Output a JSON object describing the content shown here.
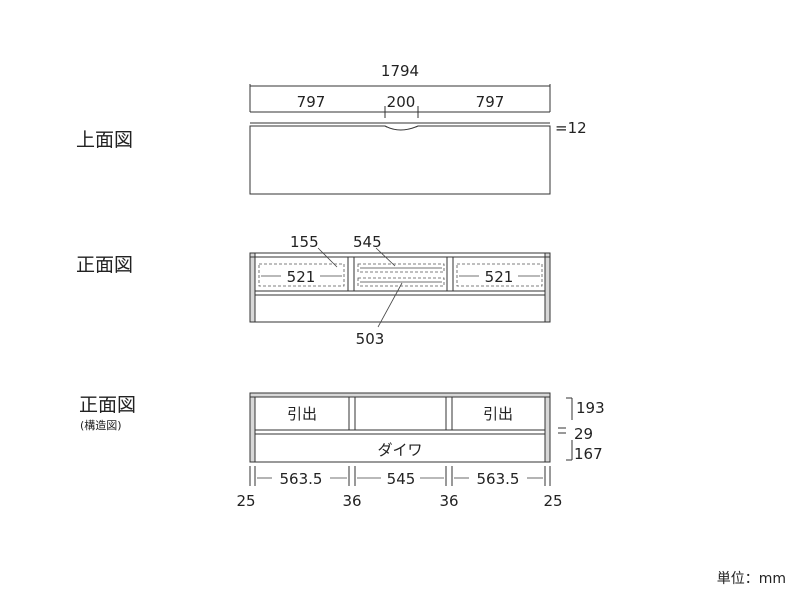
{
  "views": {
    "top": {
      "title": "上面図",
      "dims": {
        "total": "1794",
        "left": "797",
        "center": "200",
        "right": "797",
        "thickness": "=12"
      }
    },
    "front": {
      "title": "正面図",
      "dims": {
        "callout_155": "155",
        "callout_545": "545",
        "drawer_left": "521",
        "drawer_right": "521",
        "callout_503": "503"
      }
    },
    "structure": {
      "title": "正面図",
      "subtitle": "(構造図)",
      "labels": {
        "drawer_left": "引出",
        "drawer_right": "引出",
        "dial": "ダイワ"
      },
      "dims": {
        "left_width": "563.5",
        "center_width": "545",
        "right_width": "563.5",
        "side_left": "25",
        "partition_left": "36",
        "partition_right": "36",
        "side_right": "25",
        "height_top": "193",
        "height_mid": "29",
        "height_bottom": "167"
      }
    }
  },
  "unit_label": "単位：mm"
}
